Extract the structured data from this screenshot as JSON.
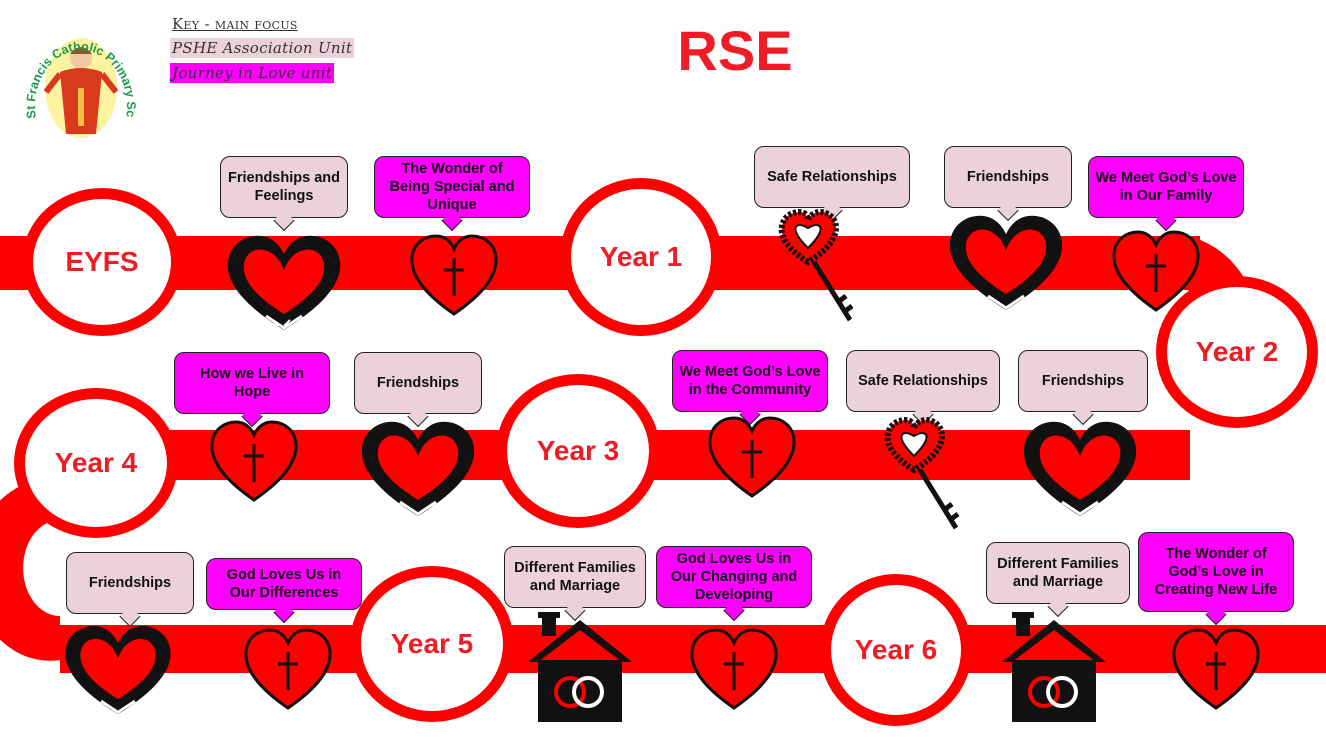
{
  "title": "RSE",
  "logo": {
    "school_name": "St Francis Catholic Primary School"
  },
  "key": {
    "heading": "Key - main focus",
    "pshe": "PSHE Association Unit",
    "journey": "Journey in Love unit"
  },
  "stages": {
    "eyfs": "EYFS",
    "year1": "Year 1",
    "year2": "Year 2",
    "year3": "Year 3",
    "year4": "Year 4",
    "year5": "Year 5",
    "year6": "Year 6"
  },
  "units": {
    "eyfs_friendships": "Friendships and Feelings",
    "eyfs_wonder": "The Wonder of Being Special and Unique",
    "y1_safe": "Safe Relationships",
    "y1_friendships": "Friendships",
    "y1_family": "We Meet God’s Love in Our Family",
    "y4_hope": "How we Live in Hope",
    "y4_friendships": "Friendships",
    "y3_community": "We Meet God’s Love in the Community",
    "y3_safe": "Safe Relationships",
    "y3_friendships": "Friendships",
    "y5_friendships": "Friendships",
    "y5_differences": "God Loves Us in Our Differences",
    "y5_families": "Different Families and Marriage",
    "y5_changing": "God Loves Us in Our Changing and Developing",
    "y6_families": "Different Families and Marriage",
    "y6_wonder": "The Wonder of God’s Love in Creating New Life"
  },
  "icons": {
    "hands_heart": "heart-holding-hands-icon",
    "cross_heart": "heart-with-cross-icon",
    "key": "heart-key-icon",
    "house": "house-with-rings-icon"
  },
  "colors": {
    "road": "#ff0000",
    "stage_text": "#ee1c24",
    "pshe_unit": "#ead1dc",
    "journey_unit": "#ff00ff"
  }
}
